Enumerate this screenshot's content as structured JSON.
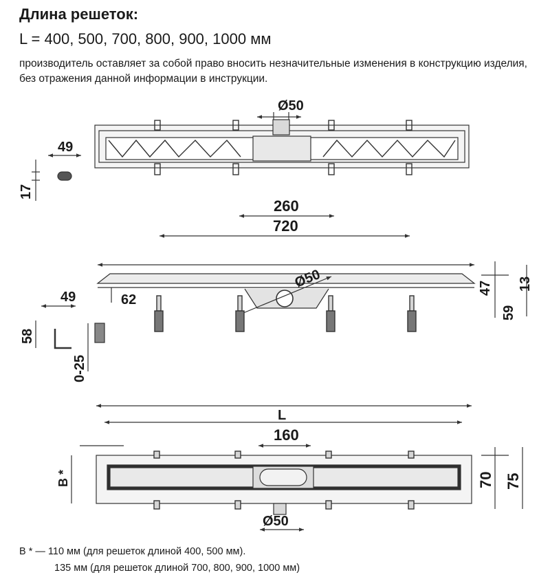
{
  "header": {
    "title": "Длина решеток:",
    "lengths": "L = 400, 500, 700, 800, 900, 1000 мм",
    "note": "производитель оставляет за собой право вносить незначительные изменения в конструкцию изделия, без отражения данной информации в инструкции."
  },
  "top_view": {
    "pipe_label": "Ø50",
    "side_width": "49",
    "side_height": "17"
  },
  "side_view": {
    "dim_260": "260",
    "dim_720": "720",
    "pipe_label": "Ø50",
    "dim_49": "49",
    "dim_62": "62",
    "dim_58": "58",
    "dim_0_25": "0-25",
    "dim_47": "47",
    "dim_13": "13",
    "dim_59": "59"
  },
  "plan_view": {
    "dim_L": "L",
    "dim_160": "160",
    "dim_B": "B *",
    "dim_70": "70",
    "dim_75": "75",
    "pipe_label": "Ø50"
  },
  "footer": {
    "line1": "B * — 110 мм (для решеток длиной 400, 500 мм).",
    "line2": "135 мм (для решеток длиной 700, 800, 900, 1000 мм)"
  },
  "colors": {
    "line": "#333333",
    "fill_light": "#e6e6e6",
    "fill_mid": "#bdbdbd"
  }
}
